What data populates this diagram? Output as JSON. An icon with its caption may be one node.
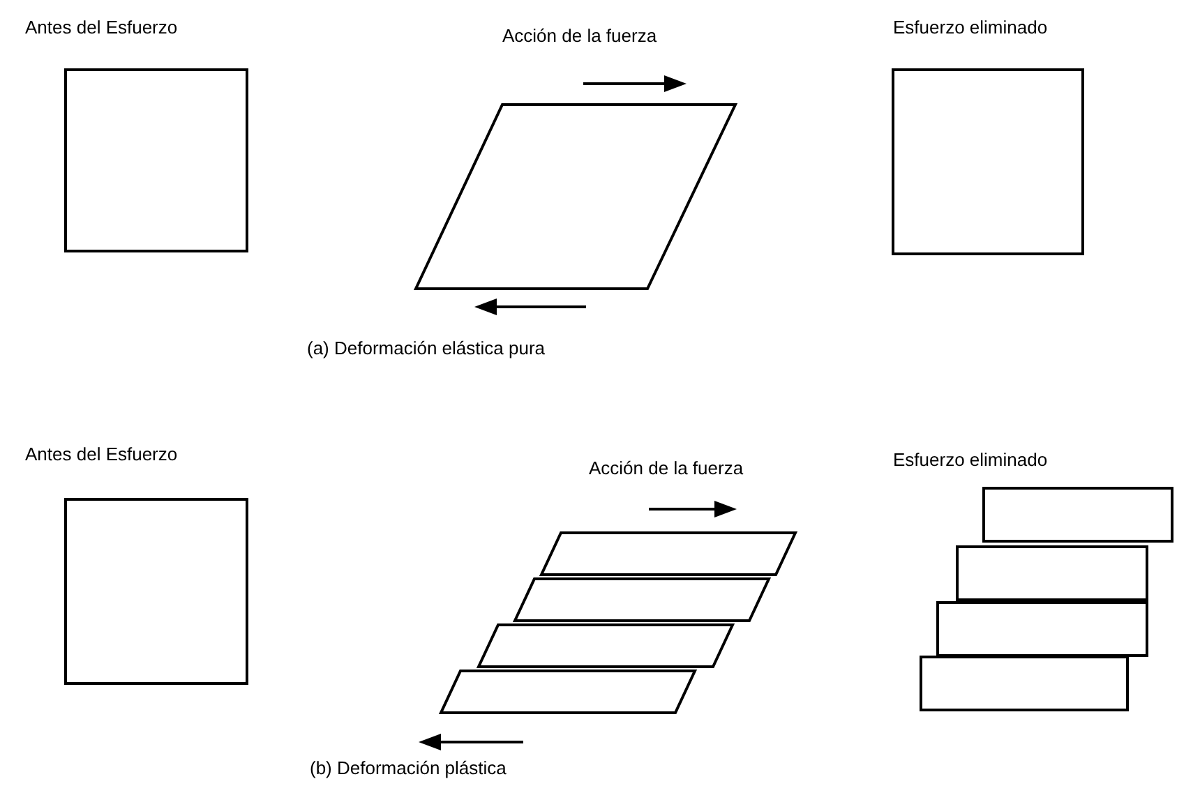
{
  "diagram": {
    "labels": [
      "Antes del Esfuerzo",
      "Acción de la fuerza",
      "Esfuerzo eliminado",
      "(a) Deformación elástica pura",
      "Antes del Esfuerzo",
      "Acción de la fuerza",
      "Esfuerzo eliminado",
      "(b) Deformación plástica"
    ]
  }
}
